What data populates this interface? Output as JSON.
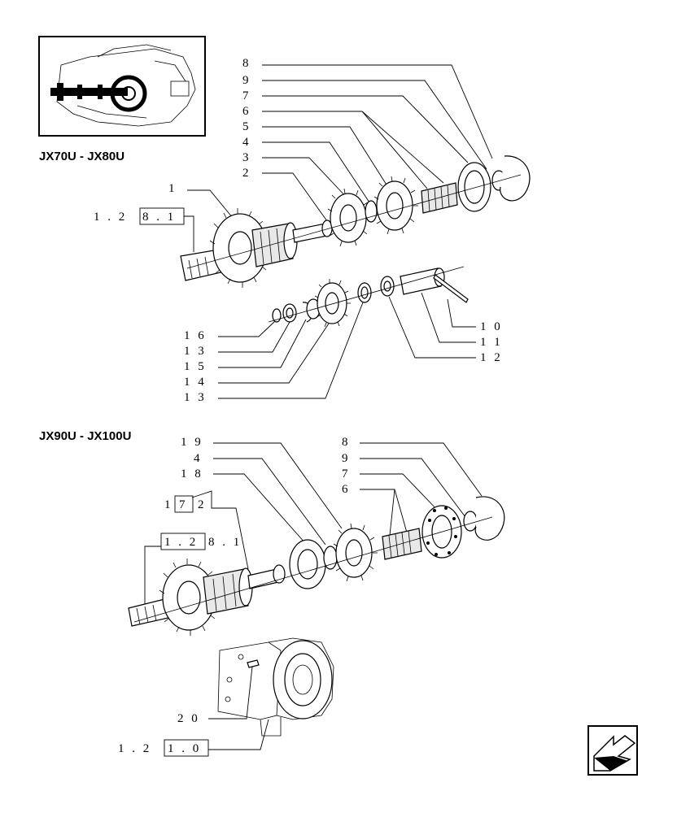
{
  "models": {
    "top": "JX70U - JX80U",
    "bottom": "JX90U - JX100U"
  },
  "callouts_top": [
    {
      "id": "c8",
      "label": "8"
    },
    {
      "id": "c9",
      "label": "9"
    },
    {
      "id": "c7",
      "label": "7"
    },
    {
      "id": "c6",
      "label": "6"
    },
    {
      "id": "c5",
      "label": "5"
    },
    {
      "id": "c4",
      "label": "4"
    },
    {
      "id": "c3",
      "label": "3"
    },
    {
      "id": "c2",
      "label": "2"
    },
    {
      "id": "c1",
      "label": "1"
    }
  ],
  "ref_top": {
    "prefix": "1 . 2",
    "boxed": "8 . 1"
  },
  "callouts_mid_left": [
    {
      "id": "c16",
      "label": "1 6"
    },
    {
      "id": "c13a",
      "label": "1 3"
    },
    {
      "id": "c15",
      "label": "1 5"
    },
    {
      "id": "c14",
      "label": "1 4"
    },
    {
      "id": "c13b",
      "label": "1 3"
    }
  ],
  "callouts_mid_right": [
    {
      "id": "c10",
      "label": "1 0"
    },
    {
      "id": "c11",
      "label": "1 1"
    },
    {
      "id": "c12",
      "label": "1 2"
    }
  ],
  "callouts_bottom": [
    {
      "id": "b19",
      "label": "1 9"
    },
    {
      "id": "b4",
      "label": "4"
    },
    {
      "id": "b18",
      "label": "1 8"
    },
    {
      "id": "b8",
      "label": "8"
    },
    {
      "id": "b9",
      "label": "9"
    },
    {
      "id": "b7",
      "label": "7"
    },
    {
      "id": "b6",
      "label": "6"
    }
  ],
  "ref_17": {
    "prefix": "1",
    "boxed": "7",
    "suffix": "2"
  },
  "ref_bottom": {
    "boxed": "1 . 2",
    "suffix": "8 . 1"
  },
  "callout_20": "2 0",
  "ref_121": {
    "prefix": "1 . 2",
    "boxed": "1 . 0"
  },
  "nav": {
    "icon": "back-arrow-icon"
  }
}
